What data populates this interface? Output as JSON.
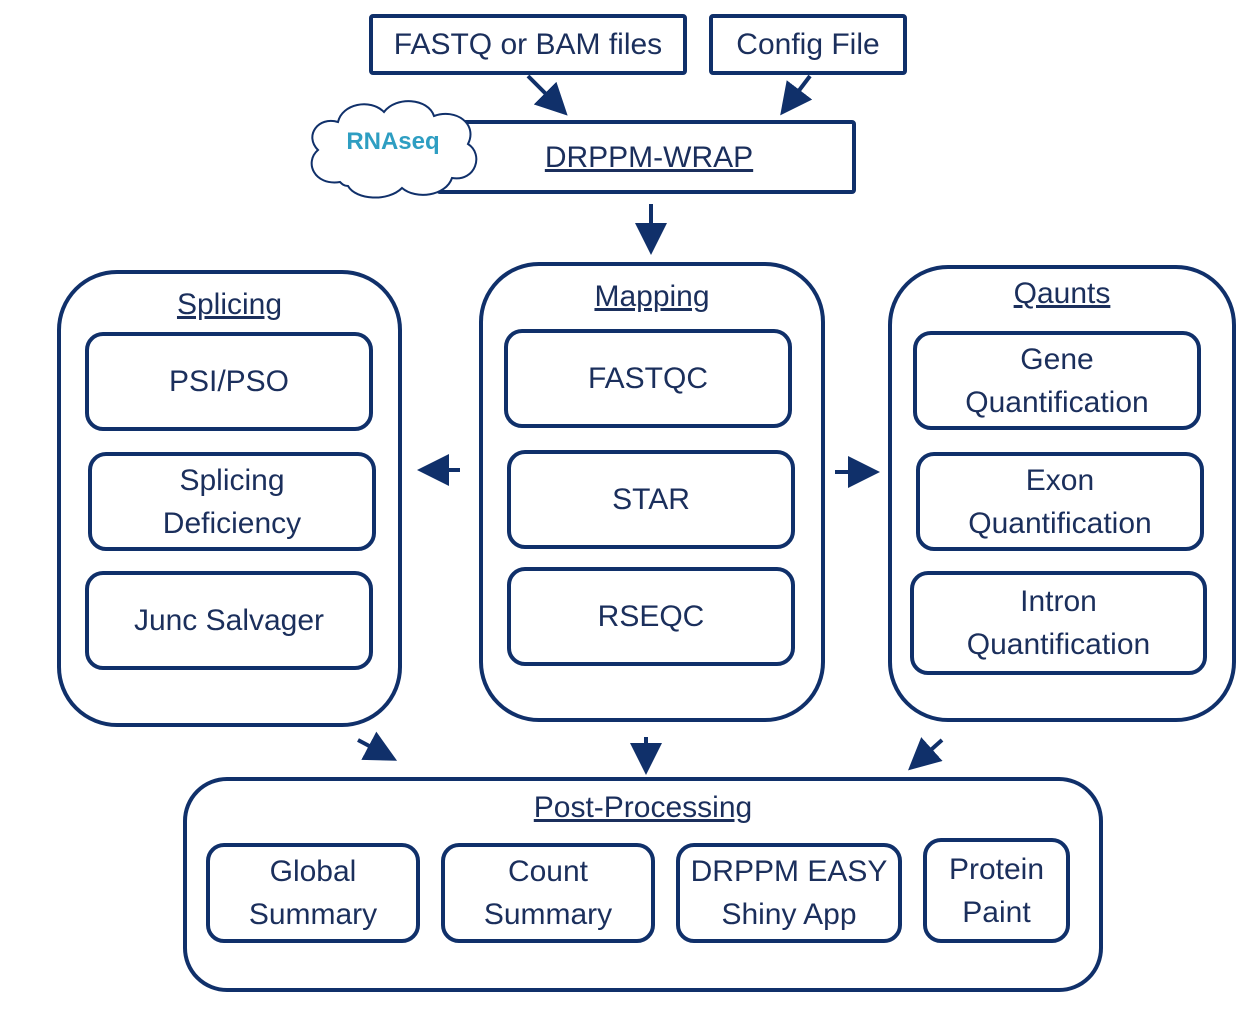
{
  "inputs": {
    "fastq_label": "FASTQ or BAM files",
    "config_label": "Config File"
  },
  "wrapper": {
    "cloud_label": "RNAseq",
    "label": "DRPPM-WRAP"
  },
  "splicing": {
    "title": "Splicing",
    "items": [
      "PSI/PSO",
      "Splicing\nDeficiency",
      "Junc Salvager"
    ]
  },
  "mapping": {
    "title": "Mapping",
    "items": [
      "FASTQC",
      "STAR",
      "RSEQC"
    ]
  },
  "quants": {
    "title": "Qaunts",
    "items": [
      "Gene\nQuantification",
      "Exon\nQuantification",
      "Intron\nQuantification"
    ]
  },
  "post_processing": {
    "title": "Post-Processing",
    "items": [
      "Global\nSummary",
      "Count\nSummary",
      "DRPPM EASY\nShiny App",
      "Protein\nPaint"
    ]
  },
  "colors": {
    "border": "#10306a",
    "text": "#1b2f5c",
    "cloud_text": "#2e9ec2"
  }
}
